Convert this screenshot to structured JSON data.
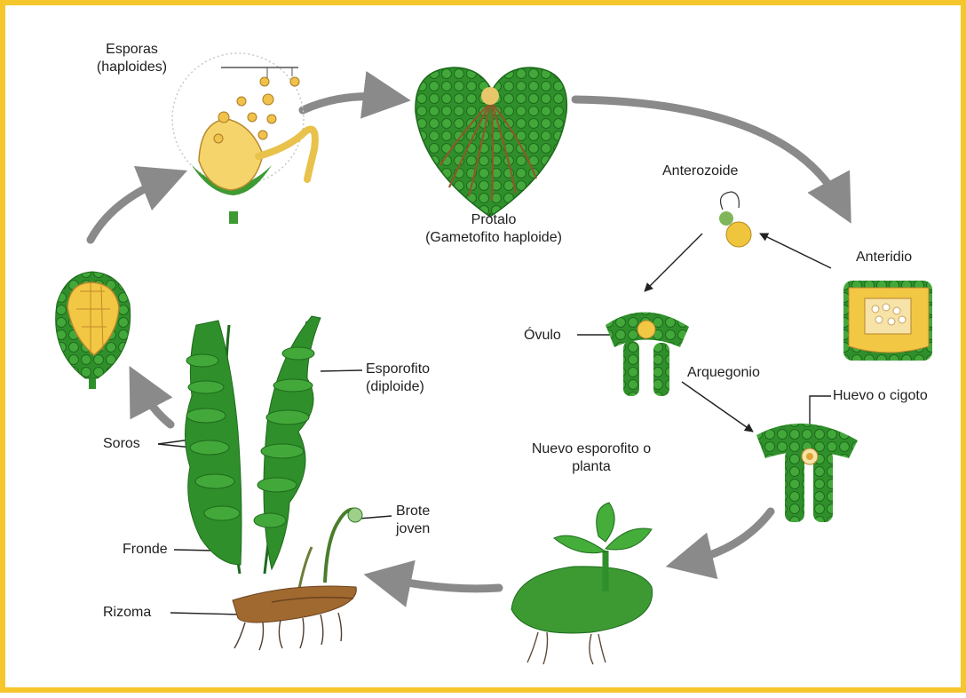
{
  "labels": {
    "esporas": [
      "Esporas",
      "(haploides)"
    ],
    "protalo": [
      "Prótalo",
      "(Gametofito haploide)"
    ],
    "anterozoide": "Anterozoide",
    "anteridio": "Anteridio",
    "ovulo": "Óvulo",
    "arquegonio": "Arquegonio",
    "huevo": "Huevo o cigoto",
    "nuevo": [
      "Nuevo esporofito o",
      "planta"
    ],
    "esporofito": [
      "Esporofito",
      "(diploide)"
    ],
    "soros": "Soros",
    "brote": [
      "Brote",
      "joven"
    ],
    "fronde": "Fronde",
    "rizoma": "Rizoma"
  },
  "colors": {
    "border": "#f6c62d",
    "cycle_arrow": "#8a8a8a",
    "leaf_green": "#2f8f2a",
    "leaf_dark": "#1d6a1c",
    "spore_yellow": "#f2c744",
    "root_brown": "#8a5a2a"
  }
}
